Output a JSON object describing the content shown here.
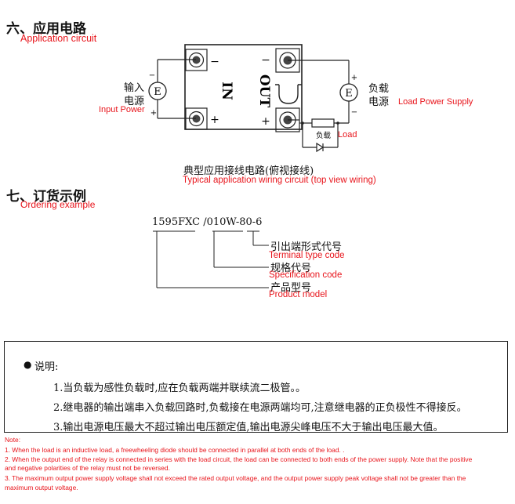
{
  "section6": {
    "heading_zh": "六、应用电路",
    "heading_en": "Application circuit"
  },
  "wiring": {
    "input_label_zh_1": "输入",
    "input_label_zh_2": "电源",
    "input_label_en": "Input Power",
    "load_supply_zh_1": "负载",
    "load_supply_zh_2": "电源",
    "load_supply_en": "Load Power Supply",
    "source_symbol": "E",
    "in_label": "IN",
    "out_label": "OUT",
    "minus": "−",
    "plus": "+",
    "small_minus": "−",
    "small_plus": "+",
    "load_zh": "负载",
    "load_en": "Load",
    "caption_zh": "典型应用接线电路(俯视接线)",
    "caption_en": "Typical application wiring circuit (top view wiring)"
  },
  "section7": {
    "heading_zh": "七、订货示例",
    "heading_en": "Ordering example"
  },
  "ordering": {
    "model": "1595FXC /010W-80-6",
    "terminal_zh": "引出端形式代号",
    "terminal_en": "Terminal type code",
    "spec_zh": "规格代号",
    "spec_en": "Specification code",
    "product_zh": "产品型号",
    "product_en": "Product model"
  },
  "notes": {
    "title": "说明:",
    "items": [
      "1.当负载为感性负载时,应在负载两端并联续流二极管。。",
      "2.继电器的输出端串入负载回路时,负载接在电源两端均可,注意继电器的正负极性不得接反。",
      "3.输出电源电压最大不超过输出电压额定值,输出电源尖峰电压不大于输出电压最大值。"
    ]
  },
  "footer": {
    "title": "Note:",
    "lines": [
      "1. When the load is an inductive load, a freewheeling diode should be connected in parallel at both ends of the load. .",
      "2. When the output end of the relay is connected in series with the load circuit, the load can be connected to both ends of the power supply. Note that the positive",
      "and negative polarities of the relay must not be reversed.",
      "3. The maximum output power supply voltage shall not exceed the rated output voltage, and the output power supply peak voltage shall not be greater than the",
      "maximum output voltage."
    ]
  },
  "colors": {
    "accent_red": "#e8141b",
    "text": "#111111"
  }
}
